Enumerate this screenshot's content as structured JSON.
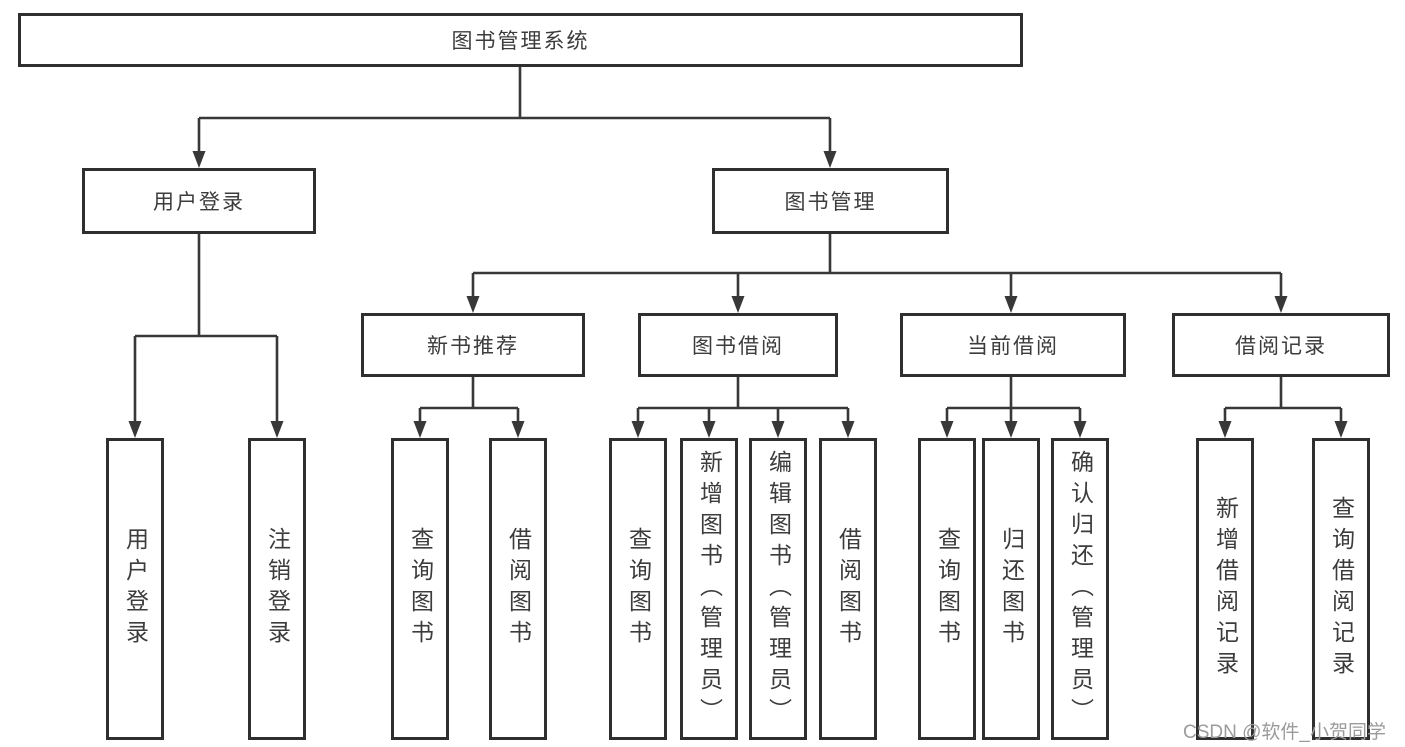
{
  "diagram": {
    "root": "图书管理系统",
    "level2": [
      {
        "label": "用户登录",
        "leaves": [
          "用户登录",
          "注销登录"
        ]
      },
      {
        "label": "图书管理",
        "groups": [
          {
            "label": "新书推荐",
            "leaves": [
              "查询图书",
              "借阅图书"
            ]
          },
          {
            "label": "图书借阅",
            "leaves": [
              "查询图书",
              "新增图书（管理员）",
              "编辑图书（管理员）",
              "借阅图书"
            ]
          },
          {
            "label": "当前借阅",
            "leaves": [
              "查询图书",
              "归还图书",
              "确认归还（管理员）"
            ]
          },
          {
            "label": "借阅记录",
            "leaves": [
              "新增借阅记录",
              "查询借阅记录"
            ]
          }
        ]
      }
    ]
  },
  "watermark": {
    "text": "CSDN @软件_小贺同学"
  },
  "colors": {
    "box_border": "#2f2f2f",
    "connector_line": "#383838",
    "text": "#3c3c3c",
    "watermark": "#9b9b9b",
    "background": "#ffffff"
  }
}
